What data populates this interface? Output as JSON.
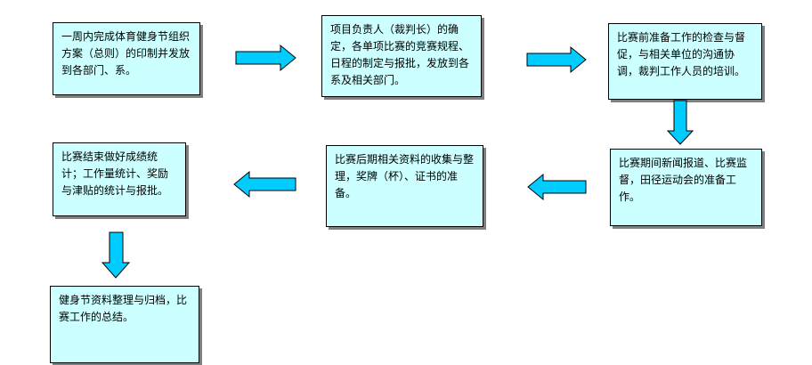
{
  "steps": [
    {
      "text": "一周内完成体育健身节组织方案（总则）的印制并发放到各部门、系。"
    },
    {
      "text": "项目负责人（裁判长）的确定，各单项比赛的竞赛规程、日程的制定与报批，发放到各系及相关部门。"
    },
    {
      "text": "比赛前准备工作的检查与督促，与相关单位的沟通协调，裁判工作人员的培训。"
    },
    {
      "text": "比赛期间新闻报道、比赛监督，田径运动会的准备工作。"
    },
    {
      "text": "比赛后期相关资料的收集与整理，奖牌（杯）、证书的准备。"
    },
    {
      "text": "比赛结束做好成绩统计；工作量统计、奖励与津贴的统计与报批。"
    },
    {
      "text": "健身节资料整理与归档，比赛工作的总结。"
    }
  ],
  "colors": {
    "box_fill": "#ccffff",
    "arrow_fill": "#00ccff",
    "outline": "#000000",
    "shadow": "#808080"
  }
}
